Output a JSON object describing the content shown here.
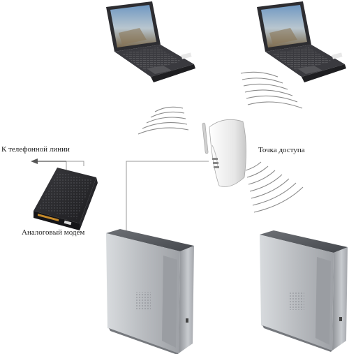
{
  "labels": {
    "phone_line": "К телефонной линии",
    "access_point": "Точка доступа",
    "analog_modem": "Аналоговый модем"
  },
  "colors": {
    "line": "#9a9a9a",
    "arrow": "#555555",
    "wave": "#8a8a8a",
    "laptop_body": "#2f2f33",
    "screen_sky": "#8fb6d6",
    "tower_silver": "#c9ccd0",
    "modem_body": "#2b2b2e",
    "ap_body": "#efefef"
  },
  "icons": {
    "laptop": "laptop-icon",
    "access_point": "wifi-access-point-icon",
    "modem": "modem-icon",
    "pc_tower": "pc-tower-icon"
  }
}
